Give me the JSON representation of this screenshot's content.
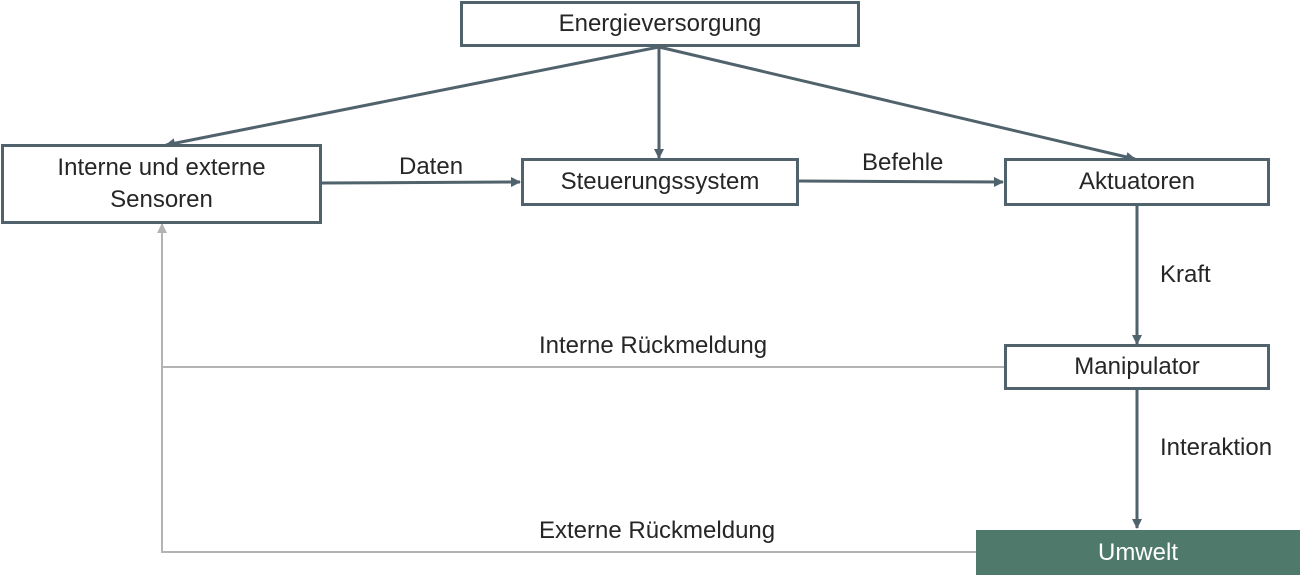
{
  "nodes": {
    "energy": "Energieversorgung",
    "sensors": "Interne und externe Sensoren",
    "control": "Steuerungssystem",
    "actuators": "Aktuatoren",
    "manipulator": "Manipulator",
    "environment": "Umwelt"
  },
  "edges": {
    "data": "Daten",
    "commands": "Befehle",
    "force": "Kraft",
    "interaction": "Interaktion",
    "internal_feedback": "Interne Rückmeldung",
    "external_feedback": "Externe Rückmeldung"
  },
  "colors": {
    "box_border": "#50626c",
    "arrow": "#50626c",
    "feedback_line": "#b3b3b3",
    "environment_fill": "#4f7a6b",
    "text": "#262626"
  }
}
